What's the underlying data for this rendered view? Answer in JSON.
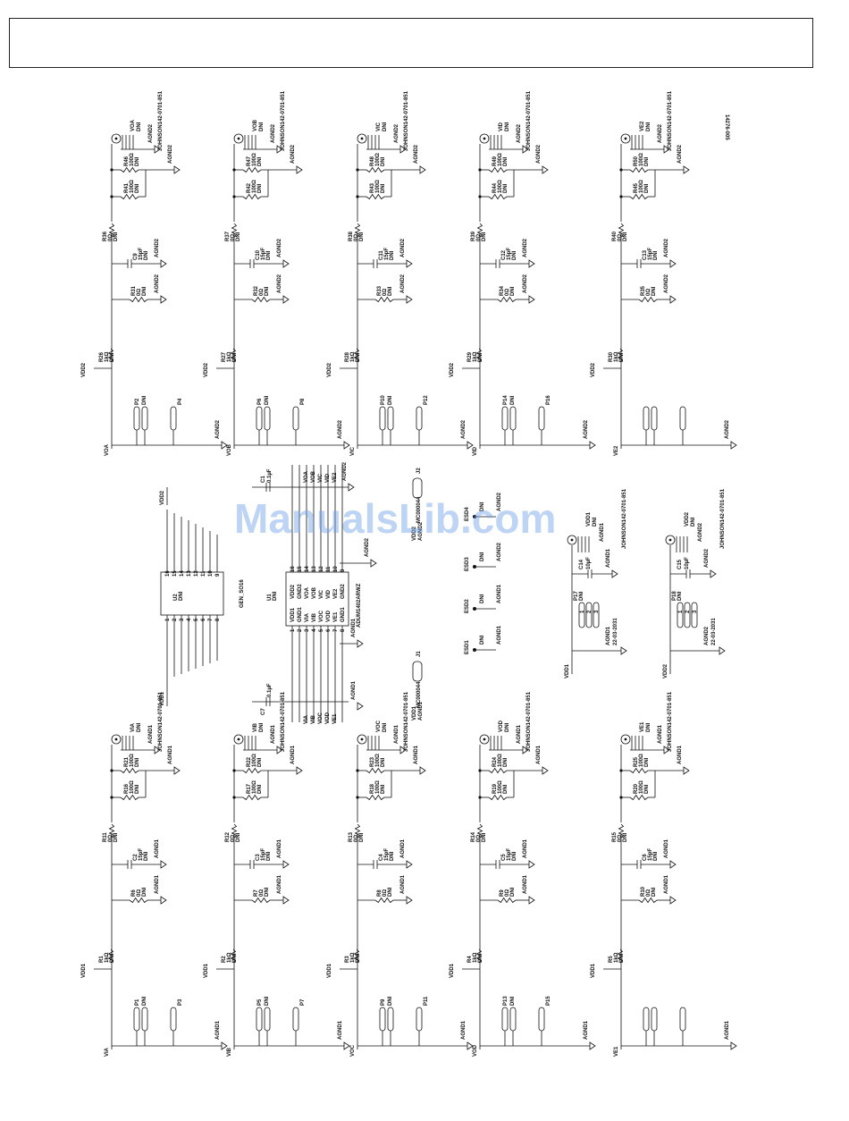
{
  "figure_id": "14276-005",
  "watermark": "ManualsLib.com",
  "ic": {
    "u2": {
      "ref": "U2",
      "dni": "DNI",
      "pkg": "GEN_SO16",
      "left_pins": [
        "1",
        "2",
        "3",
        "4",
        "5",
        "6",
        "7",
        "8"
      ],
      "right_pins": [
        "16",
        "15",
        "14",
        "13",
        "12",
        "11",
        "10",
        "9"
      ]
    },
    "u1": {
      "ref": "U1",
      "dni": "DNI",
      "part": "ADUM1402ARWZ",
      "left_pins": [
        "1",
        "2",
        "3",
        "4",
        "5",
        "6",
        "7",
        "8"
      ],
      "right_pins": [
        "16",
        "15",
        "14",
        "13",
        "12",
        "11",
        "10",
        "9"
      ],
      "left_names": [
        "VDD1",
        "GND1",
        "VIA",
        "VIB",
        "VOC",
        "VOD",
        "VE1",
        "GND1"
      ],
      "right_names": [
        "VDD2",
        "GND2",
        "VOA",
        "VOB",
        "VIC",
        "VID",
        "VE2",
        "GND2"
      ]
    },
    "c1": {
      "ref": "C1",
      "val": "0.1µF"
    },
    "c7": {
      "ref": "C7",
      "val": "0.1µF"
    },
    "left_rail": "VDD1",
    "right_rail": "VDD2",
    "gnd1": "AGND1",
    "gnd2": "AGND2",
    "bot_signals": [
      "VIA",
      "VIB",
      "VOC",
      "VOD",
      "VE1"
    ],
    "top_signals": [
      "VOA",
      "VOB",
      "VIC",
      "VID",
      "VE2"
    ]
  },
  "connectors": {
    "j1": {
      "ref": "J1",
      "part": "MC000044",
      "pins": [
        "1",
        "2"
      ],
      "nets": [
        "VDD1",
        "AGND1"
      ]
    },
    "j2": {
      "ref": "J2",
      "part": "MC000044",
      "pins": [
        "1",
        "2"
      ],
      "nets": [
        "VDD2",
        "AGND2"
      ]
    }
  },
  "esd": [
    {
      "ref": "ESD1",
      "dni": "DNI",
      "gnd": "AGND1"
    },
    {
      "ref": "ESD2",
      "dni": "DNI",
      "gnd": "AGND1"
    },
    {
      "ref": "ESD3",
      "dni": "DNI",
      "gnd": "AGND2"
    },
    {
      "ref": "ESD4",
      "dni": "DNI",
      "gnd": "AGND2"
    }
  ],
  "supply_blocks": [
    {
      "conn": "JOHNSON142-0701-851",
      "net": "VDD1",
      "dni": "DNI",
      "gnd": "AGND1",
      "cap": "C14",
      "cap_val": "10µF",
      "header": "P17",
      "header_dni": "DNI",
      "header_part": "22-03-2031",
      "pins": [
        "1",
        "2",
        "3"
      ]
    },
    {
      "conn": "JOHNSON142-0701-851",
      "net": "VDD2",
      "dni": "DNI",
      "gnd": "AGND2",
      "cap": "C15",
      "cap_val": "10µF",
      "header": "P18",
      "header_dni": "DNI",
      "header_part": "22-03-2031",
      "pins": [
        "1",
        "2",
        "3"
      ]
    }
  ],
  "channels_bottom": [
    {
      "sig": "VIA",
      "rail": "VDD1",
      "gnd": "AGND1",
      "rs": "R1",
      "rs_v": "1kΩ",
      "dni": "DNI",
      "rg": "R6",
      "rg_v": "0Ω",
      "rser": "R11",
      "rser_v": "0Ω",
      "cap": "C2",
      "cap_v": "15pF",
      "ra": "R16",
      "ra_v": "100Ω",
      "rb": "R21",
      "rb_v": "100Ω",
      "ph": "P1",
      "ph2": "P3",
      "conn": "JOHNSON142-0701-851"
    },
    {
      "sig": "VIB",
      "rail": "VDD1",
      "gnd": "AGND1",
      "rs": "R2",
      "rs_v": "1kΩ",
      "dni": "DNI",
      "rg": "R7",
      "rg_v": "0Ω",
      "rser": "R12",
      "rser_v": "0Ω",
      "cap": "C3",
      "cap_v": "15pF",
      "ra": "R17",
      "ra_v": "100Ω",
      "rb": "R22",
      "rb_v": "100Ω",
      "ph": "P5",
      "ph2": "P7",
      "conn": "JOHNSON142-0701-851"
    },
    {
      "sig": "VOC",
      "rail": "VDD1",
      "gnd": "AGND1",
      "rs": "R3",
      "rs_v": "1kΩ",
      "dni": "DNI",
      "rg": "R8",
      "rg_v": "0Ω",
      "rser": "R13",
      "rser_v": "0Ω",
      "cap": "C4",
      "cap_v": "15pF",
      "ra": "R18",
      "ra_v": "100Ω",
      "rb": "R23",
      "rb_v": "100Ω",
      "ph": "P9",
      "ph2": "P11",
      "conn": "JOHNSON142-0701-851"
    },
    {
      "sig": "VOD",
      "rail": "VDD1",
      "gnd": "AGND1",
      "rs": "R4",
      "rs_v": "1kΩ",
      "dni": "DNI",
      "rg": "R9",
      "rg_v": "0Ω",
      "rser": "R14",
      "rser_v": "0Ω",
      "cap": "C5",
      "cap_v": "15pF",
      "ra": "R19",
      "ra_v": "100Ω",
      "rb": "R24",
      "rb_v": "100Ω",
      "ph": "P13",
      "ph2": "P15",
      "conn": "JOHNSON142-0701-851"
    },
    {
      "sig": "VE1",
      "rail": "VDD1",
      "gnd": "AGND1",
      "rs": "R5",
      "rs_v": "1kΩ",
      "dni": "DNI",
      "rg": "R10",
      "rg_v": "0Ω",
      "rser": "R15",
      "rser_v": "0Ω",
      "cap": "C6",
      "cap_v": "15pF",
      "ra": "R20",
      "ra_v": "100Ω",
      "rb": "R25",
      "rb_v": "100Ω",
      "ph": "",
      "ph2": "",
      "conn": "JOHNSON142-0701-851"
    }
  ],
  "channels_top": [
    {
      "sig": "VOA",
      "rail": "VDD2",
      "gnd": "AGND2",
      "rs": "R26",
      "rs_v": "1kΩ",
      "dni": "DNI",
      "rg": "R31",
      "rg_v": "0Ω",
      "rser": "R36",
      "rser_v": "0Ω",
      "cap": "C9",
      "cap_v": "15pF",
      "ra": "R41",
      "ra_v": "100Ω",
      "rb": "R46",
      "rb_v": "100Ω",
      "ph": "P2",
      "ph2": "P4",
      "conn": "JOHNSON142-0701-851"
    },
    {
      "sig": "VOB",
      "rail": "VDD2",
      "gnd": "AGND2",
      "rs": "R27",
      "rs_v": "1kΩ",
      "dni": "DNI",
      "rg": "R32",
      "rg_v": "0Ω",
      "rser": "R37",
      "rser_v": "0Ω",
      "cap": "C10",
      "cap_v": "15pF",
      "ra": "R42",
      "ra_v": "100Ω",
      "rb": "R47",
      "rb_v": "100Ω",
      "ph": "P6",
      "ph2": "P8",
      "conn": "JOHNSON142-0701-851"
    },
    {
      "sig": "VIC",
      "rail": "VDD2",
      "gnd": "AGND2",
      "rs": "R28",
      "rs_v": "1kΩ",
      "dni": "DNI",
      "rg": "R33",
      "rg_v": "0Ω",
      "rser": "R38",
      "rser_v": "0Ω",
      "cap": "C11",
      "cap_v": "15pF",
      "ra": "R43",
      "ra_v": "100Ω",
      "rb": "R48",
      "rb_v": "100Ω",
      "ph": "P10",
      "ph2": "P12",
      "conn": "JOHNSON142-0701-851"
    },
    {
      "sig": "VID",
      "rail": "VDD2",
      "gnd": "AGND2",
      "rs": "R29",
      "rs_v": "1kΩ",
      "dni": "DNI",
      "rg": "R34",
      "rg_v": "0Ω",
      "rser": "R39",
      "rser_v": "0Ω",
      "cap": "C12",
      "cap_v": "15pF",
      "ra": "R44",
      "ra_v": "100Ω",
      "rb": "R49",
      "rb_v": "100Ω",
      "ph": "P14",
      "ph2": "P16",
      "conn": "JOHNSON142-0701-851"
    },
    {
      "sig": "VE2",
      "rail": "VDD2",
      "gnd": "AGND2",
      "rs": "R30",
      "rs_v": "1kΩ",
      "dni": "DNI",
      "rg": "R35",
      "rg_v": "0Ω",
      "rser": "R40",
      "rser_v": "0Ω",
      "cap": "C13",
      "cap_v": "15pF",
      "ra": "R45",
      "ra_v": "100Ω",
      "rb": "R50",
      "rb_v": "100Ω",
      "ph": "",
      "ph2": "",
      "conn": "JOHNSON142-0701-851"
    }
  ]
}
